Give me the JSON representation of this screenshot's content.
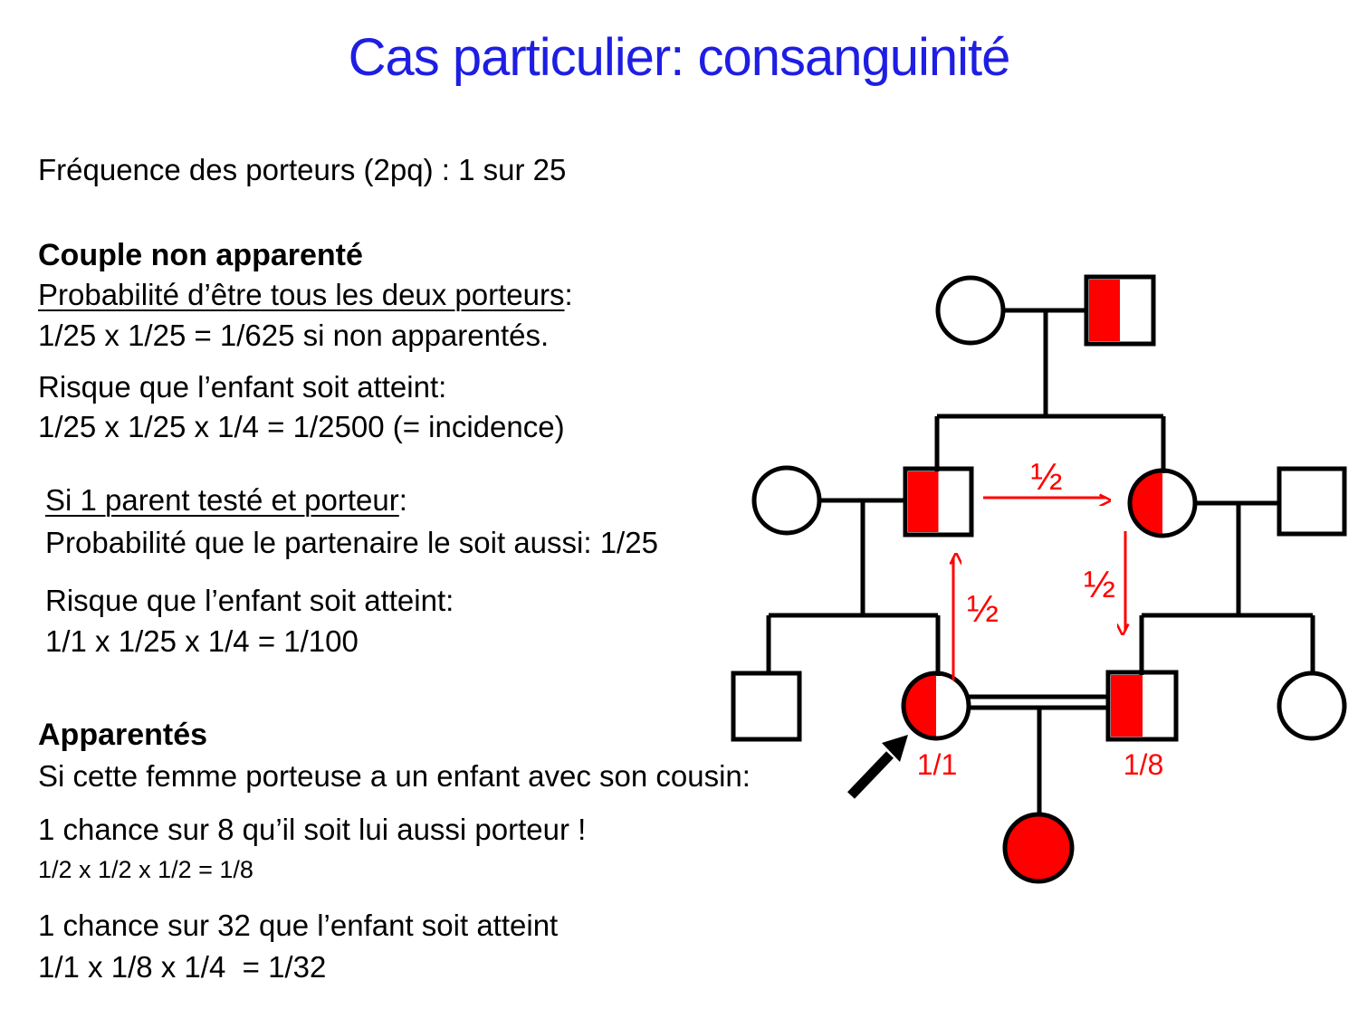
{
  "slide": {
    "title": "Cas particulier: consanguinité"
  },
  "colors": {
    "title_blue": "#1e1ee3",
    "pedigree_red": "#ff0000",
    "line_black": "#000000"
  },
  "left_column": {
    "intro": "Fréquence des porteurs (2pq) : 1 sur 25",
    "section_unrelated": {
      "heading": "Couple non apparenté",
      "line1_underlined": "Probabilité d’être tous les deux porteurs",
      "line1_tail": ":",
      "line2": "1/25 x 1/25 = 1/625 si non apparentés.",
      "line3": "Risque que l’enfant soit atteint:",
      "line4": "1/25 x 1/25 x 1/4 = 1/2500 (= incidence)"
    },
    "section_one_parent_tested": {
      "line1_underlined": "Si 1 parent testé et porteur",
      "line1_tail": ":",
      "line2": "Probabilité que le partenaire le soit aussi: 1/25",
      "line3": "Risque que l’enfant soit atteint:",
      "line4": "1/1 x 1/25 x 1/4 = 1/100"
    },
    "section_related": {
      "heading": "Apparentés",
      "line1": "Si cette femme porteuse a un enfant avec son cousin:",
      "line2": "1 chance sur 8 qu’il soit lui aussi porteur !",
      "line3": "1/2 x 1/2 x 1/2 = 1/8",
      "line4": "1 chance sur 32 que l’enfant soit atteint",
      "line5": "1/1 x 1/8 x 1/4  = 1/32"
    }
  },
  "pedigree": {
    "arrow_labels": {
      "top": "½",
      "left": "½",
      "right": "½"
    },
    "probability_labels": {
      "carrier_woman": "1/1",
      "cousin": "1/8"
    },
    "individuals": [
      {
        "id": "I-1",
        "sex": "female",
        "status": "unaffected"
      },
      {
        "id": "I-2",
        "sex": "male",
        "status": "carrier"
      },
      {
        "id": "II-1",
        "sex": "female",
        "status": "unaffected"
      },
      {
        "id": "II-2",
        "sex": "male",
        "status": "carrier"
      },
      {
        "id": "II-3",
        "sex": "female",
        "status": "carrier"
      },
      {
        "id": "II-4",
        "sex": "male",
        "status": "unaffected"
      },
      {
        "id": "III-1",
        "sex": "male",
        "status": "unaffected"
      },
      {
        "id": "III-2",
        "sex": "female",
        "status": "carrier",
        "label": "1/1"
      },
      {
        "id": "III-3",
        "sex": "male",
        "status": "carrier",
        "label": "1/8"
      },
      {
        "id": "III-4",
        "sex": "female",
        "status": "unaffected"
      },
      {
        "id": "IV-1",
        "sex": "female",
        "status": "affected"
      }
    ]
  }
}
